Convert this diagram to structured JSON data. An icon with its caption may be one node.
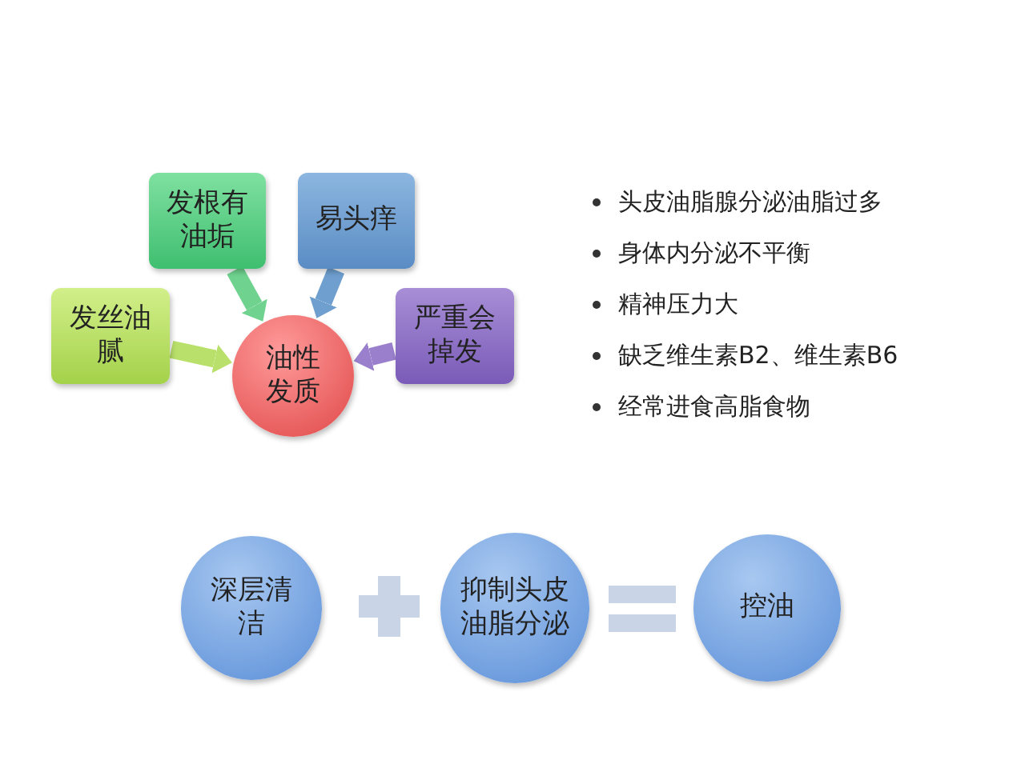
{
  "diagram": {
    "nodes": [
      {
        "text": [
          "发根有油垢"
        ]
      },
      {
        "text": [
          "易头痒"
        ]
      },
      {
        "text": [
          "发丝油腻"
        ]
      },
      {
        "text": [
          "油性发质"
        ]
      },
      {
        "text": [
          "严重会掉发"
        ]
      },
      {
        "text": [
          "深层清洁"
        ]
      },
      {
        "text": [
          "抑制头皮油脂分泌"
        ]
      },
      {
        "text": [
          "控油"
        ]
      }
    ],
    "edges": [
      {
        "from": 0,
        "to": 3,
        "arrow": "to",
        "color": "#6fd38f"
      },
      {
        "from": 1,
        "to": 3,
        "arrow": "to",
        "color": "#6f9fcf"
      },
      {
        "from": 2,
        "to": 3,
        "arrow": "to",
        "color": "#b9e06a"
      },
      {
        "from": 4,
        "to": 3,
        "arrow": "to",
        "color": "#9a7fcc"
      }
    ],
    "labels": [
      "头皮油脂腺分泌油脂过多",
      "身体内分泌不平衡",
      "精神压力大",
      "缺乏维生素B2、维生素B6",
      "经常进食高脂食物"
    ]
  }
}
